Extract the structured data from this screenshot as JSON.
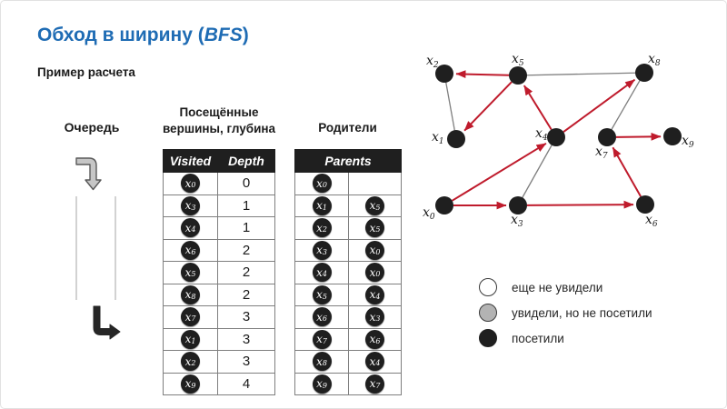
{
  "slide": {
    "title_prefix": "Обход в ширину (",
    "title_italic": "BFS",
    "title_suffix": ")",
    "subtitle": "Пример расчета"
  },
  "queue": {
    "label": "Очередь"
  },
  "visited_table": {
    "caption": "Посещённые вершины, глубина",
    "headers": [
      "Visited",
      "Depth"
    ],
    "rows": [
      {
        "vertex": {
          "base": "x",
          "sub": "0"
        },
        "depth": "0"
      },
      {
        "vertex": {
          "base": "x",
          "sub": "3"
        },
        "depth": "1"
      },
      {
        "vertex": {
          "base": "x",
          "sub": "4"
        },
        "depth": "1"
      },
      {
        "vertex": {
          "base": "x",
          "sub": "6"
        },
        "depth": "2"
      },
      {
        "vertex": {
          "base": "x",
          "sub": "5"
        },
        "depth": "2"
      },
      {
        "vertex": {
          "base": "x",
          "sub": "8"
        },
        "depth": "2"
      },
      {
        "vertex": {
          "base": "x",
          "sub": "7"
        },
        "depth": "3"
      },
      {
        "vertex": {
          "base": "x",
          "sub": "1"
        },
        "depth": "3"
      },
      {
        "vertex": {
          "base": "x",
          "sub": "2"
        },
        "depth": "3"
      },
      {
        "vertex": {
          "base": "x",
          "sub": "9"
        },
        "depth": "4"
      }
    ]
  },
  "parents_table": {
    "caption": "Родители",
    "header": "Parents",
    "rows": [
      {
        "child": {
          "base": "x",
          "sub": "0"
        },
        "parent": null
      },
      {
        "child": {
          "base": "x",
          "sub": "1"
        },
        "parent": {
          "base": "x",
          "sub": "5"
        }
      },
      {
        "child": {
          "base": "x",
          "sub": "2"
        },
        "parent": {
          "base": "x",
          "sub": "5"
        }
      },
      {
        "child": {
          "base": "x",
          "sub": "3"
        },
        "parent": {
          "base": "x",
          "sub": "0"
        }
      },
      {
        "child": {
          "base": "x",
          "sub": "4"
        },
        "parent": {
          "base": "x",
          "sub": "0"
        }
      },
      {
        "child": {
          "base": "x",
          "sub": "5"
        },
        "parent": {
          "base": "x",
          "sub": "4"
        }
      },
      {
        "child": {
          "base": "x",
          "sub": "6"
        },
        "parent": {
          "base": "x",
          "sub": "3"
        }
      },
      {
        "child": {
          "base": "x",
          "sub": "7"
        },
        "parent": {
          "base": "x",
          "sub": "6"
        }
      },
      {
        "child": {
          "base": "x",
          "sub": "8"
        },
        "parent": {
          "base": "x",
          "sub": "4"
        }
      },
      {
        "child": {
          "base": "x",
          "sub": "9"
        },
        "parent": {
          "base": "x",
          "sub": "7"
        }
      }
    ]
  },
  "graph": {
    "nodes": [
      {
        "id": "x0",
        "base": "x",
        "sub": "0"
      },
      {
        "id": "x1",
        "base": "x",
        "sub": "1"
      },
      {
        "id": "x2",
        "base": "x",
        "sub": "2"
      },
      {
        "id": "x3",
        "base": "x",
        "sub": "3"
      },
      {
        "id": "x4",
        "base": "x",
        "sub": "4"
      },
      {
        "id": "x5",
        "base": "x",
        "sub": "5"
      },
      {
        "id": "x6",
        "base": "x",
        "sub": "6"
      },
      {
        "id": "x7",
        "base": "x",
        "sub": "7"
      },
      {
        "id": "x8",
        "base": "x",
        "sub": "8"
      },
      {
        "id": "x9",
        "base": "x",
        "sub": "9"
      }
    ],
    "edges": [
      {
        "from": "x5",
        "to": "x2",
        "type": "tree"
      },
      {
        "from": "x5",
        "to": "x1",
        "type": "tree"
      },
      {
        "from": "x4",
        "to": "x5",
        "type": "tree"
      },
      {
        "from": "x4",
        "to": "x8",
        "type": "tree"
      },
      {
        "from": "x0",
        "to": "x4",
        "type": "tree"
      },
      {
        "from": "x0",
        "to": "x3",
        "type": "tree"
      },
      {
        "from": "x3",
        "to": "x6",
        "type": "tree"
      },
      {
        "from": "x6",
        "to": "x7",
        "type": "tree"
      },
      {
        "from": "x7",
        "to": "x9",
        "type": "tree"
      },
      {
        "from": "x1",
        "to": "x2",
        "type": "non-tree"
      },
      {
        "from": "x5",
        "to": "x8",
        "type": "non-tree"
      },
      {
        "from": "x3",
        "to": "x4",
        "type": "non-tree"
      },
      {
        "from": "x7",
        "to": "x8",
        "type": "non-tree"
      }
    ],
    "colors": {
      "tree_edge": "#bf1b2c",
      "non_tree_edge": "#7f7f7f",
      "node": "#1f1f1f"
    }
  },
  "legend": {
    "items": [
      {
        "state": "not-seen",
        "fill": "#ffffff",
        "label": "еще не увидели"
      },
      {
        "state": "seen-not-visited",
        "fill": "#b3b3b3",
        "label": "увидели, но не посетили"
      },
      {
        "state": "visited",
        "fill": "#1f1f1f",
        "label": "посетили"
      }
    ]
  }
}
